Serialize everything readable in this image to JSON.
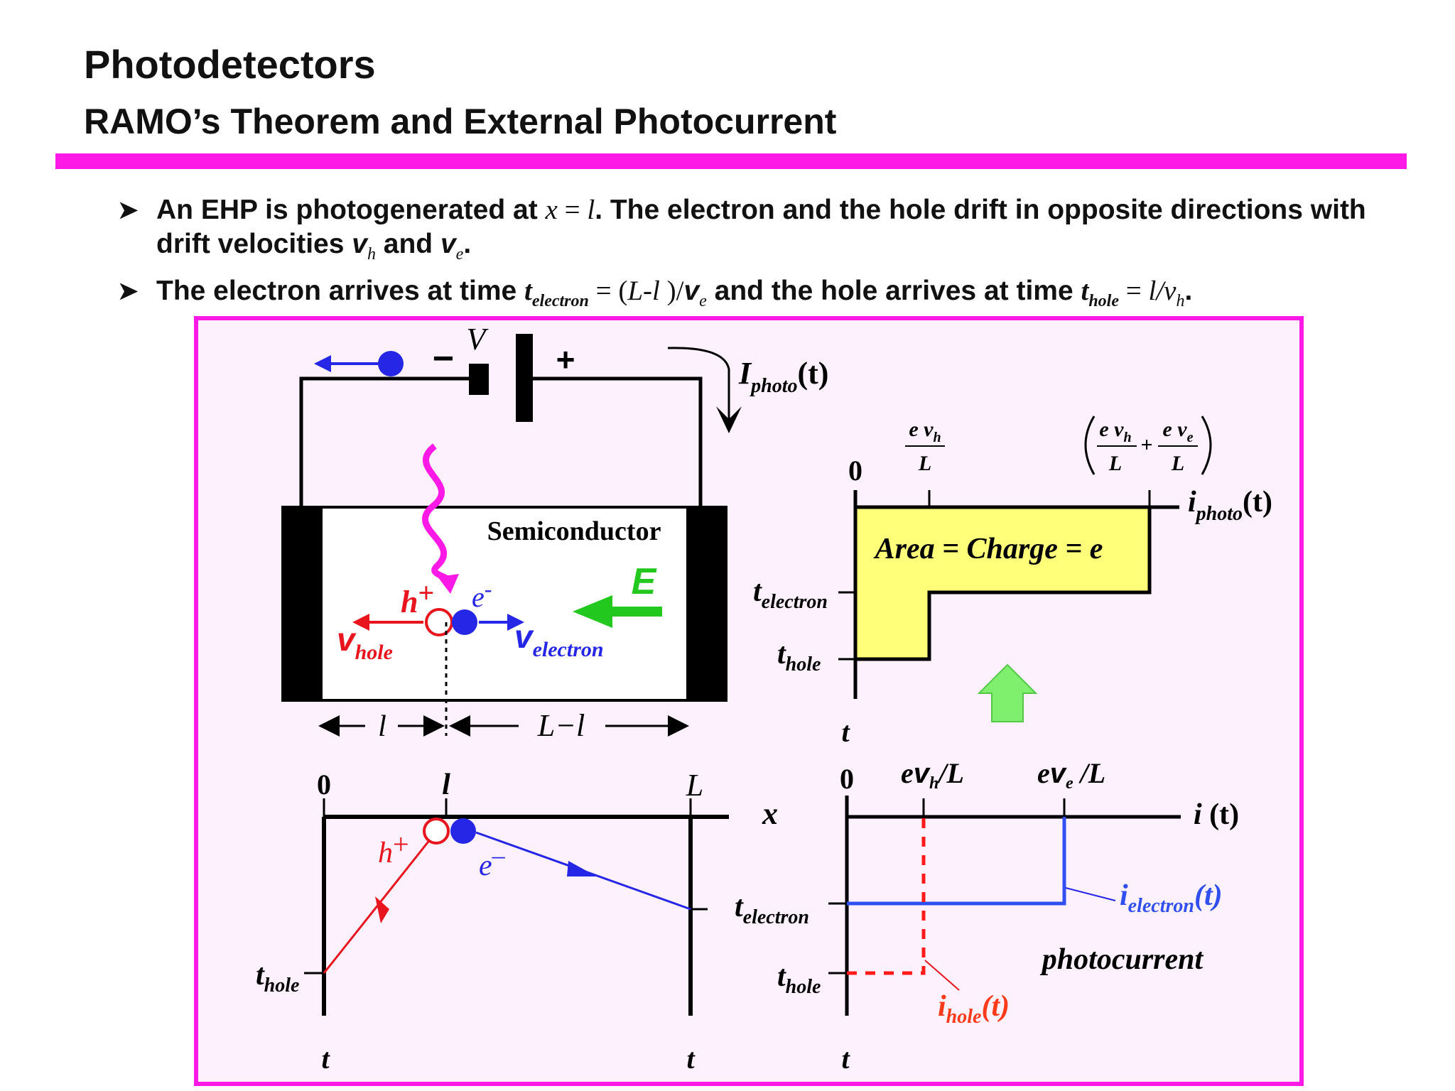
{
  "header": {
    "title": "Photodetectors",
    "subtitle": "RAMO’s Theorem and External Photocurrent"
  },
  "bullets": [
    {
      "b1a": "An EHP is photogenerated at ",
      "b1b": "x",
      "b1c": " = ",
      "b1d": "l",
      "b1e": ". The electron and the hole drift in opposite directions with drift velocities ",
      "b1f": "v",
      "b1g": "h",
      "b1h": " and ",
      "b1i": "v",
      "b1j": "e",
      "b1k": "."
    },
    {
      "b2a": "The electron arrives at time ",
      "b2b": "t",
      "b2c": "electron",
      "b2d": " = (",
      "b2e": "L-l",
      "b2f": " )/",
      "b2g": "v",
      "b2h": "e",
      "b2i": " and the hole arrives at time ",
      "b2j": "t",
      "b2k": "hole",
      "b2l": " = ",
      "b2m": "l/v",
      "b2n": "h",
      "b2o": "."
    }
  ],
  "circuit": {
    "battery_label": "V",
    "minus": "−",
    "plus": "+",
    "iphoto_i": "I",
    "iphoto_sub": "photo",
    "iphoto_t": "(t)",
    "semiconductor": "Semiconductor",
    "field": "E",
    "hole_sym": "h",
    "hole_sup": "+",
    "electron_sym": "e",
    "electron_sup": "-",
    "vhole_v": "v",
    "vhole_sub": "hole",
    "velectron_v": "v",
    "velectron_sub": "electron",
    "dim_l": "l",
    "dim_Ll": "L−l"
  },
  "xt_diagram": {
    "zero": "0",
    "l": "l",
    "L": "L",
    "x": "x",
    "t_left": "t",
    "t_right": "t",
    "thole_t": "t",
    "thole_sub": "hole",
    "hole_sym": "h",
    "hole_sup": "+",
    "electron_sym": "e",
    "electron_sup": "–"
  },
  "upper_plot": {
    "zero": "0",
    "tick1_num_e": "e v",
    "tick1_num_sub": "h",
    "tick1_den": "L",
    "tick2_num1_e": "e v",
    "tick2_num1_sub": "h",
    "tick2_den1": "L",
    "tick2_plus": "+",
    "tick2_num2_e": "e v",
    "tick2_num2_sub": "e",
    "tick2_den2": "L",
    "axis_i": "i",
    "axis_sub": "photo",
    "axis_t": "(t)",
    "area_label": "Area = Charge = e",
    "telectron_t": "t",
    "telectron_sub": "electron",
    "thole_t": "t",
    "thole_sub": "hole",
    "t_axis": "t"
  },
  "lower_plot": {
    "zero": "0",
    "evh_e": "e",
    "evh_v": "v",
    "evh_sub": "h",
    "evh_L": "/L",
    "eve_e": "e",
    "eve_v": "v",
    "eve_sub": "e",
    "eve_L": " /L",
    "axis_i": "i",
    "axis_t": " (t)",
    "telectron_t": "t",
    "telectron_sub": "electron",
    "thole_t": "t",
    "thole_sub": "hole",
    "ielectron_i": "i",
    "ielectron_sub": "electron",
    "ielectron_t": "(t)",
    "ihole_i": "i",
    "ihole_sub": "hole",
    "ihole_t": "(t)",
    "photocurrent": "photocurrent",
    "t_axis": "t"
  },
  "colors": {
    "accent_magenta": "#ff19e6",
    "panel_bg": "#fdf1fd",
    "hole_red": "#e8141e",
    "electron_blue": "#2626e6",
    "field_green": "#22c81e",
    "area_yellow": "#ffff7a",
    "arrow_green": "#7ef06e",
    "ihole_orange": "#ff3a1a"
  }
}
